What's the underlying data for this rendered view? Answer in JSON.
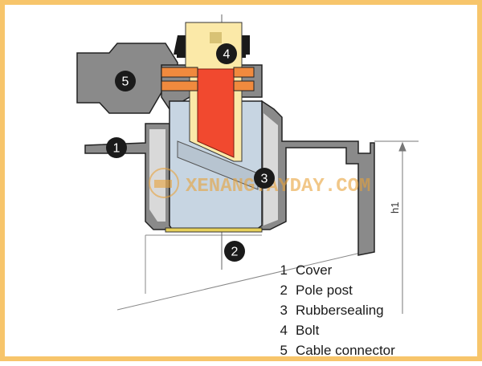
{
  "legend": [
    {
      "num": "1",
      "label": "Cover"
    },
    {
      "num": "2",
      "label": "Pole post"
    },
    {
      "num": "3",
      "label": "Rubbersealing"
    },
    {
      "num": "4",
      "label": "Bolt"
    },
    {
      "num": "5",
      "label": "Cable connector"
    }
  ],
  "markers": {
    "m1": "1",
    "m2": "2",
    "m3": "3",
    "m4": "4",
    "m5": "5"
  },
  "dimension_label": "h1",
  "watermark": "XENANGTAYDAY.COM",
  "colors": {
    "border": "#f7c56b",
    "cover_gray": "#8a8a8a",
    "pole_post": "#c7d5e2",
    "bolt": "#f1492f",
    "bolt_body": "#fbe9a8",
    "connector_orange": "#f08a3e",
    "marker_black": "#1a1a1a",
    "watermark": "#e8a23a"
  }
}
